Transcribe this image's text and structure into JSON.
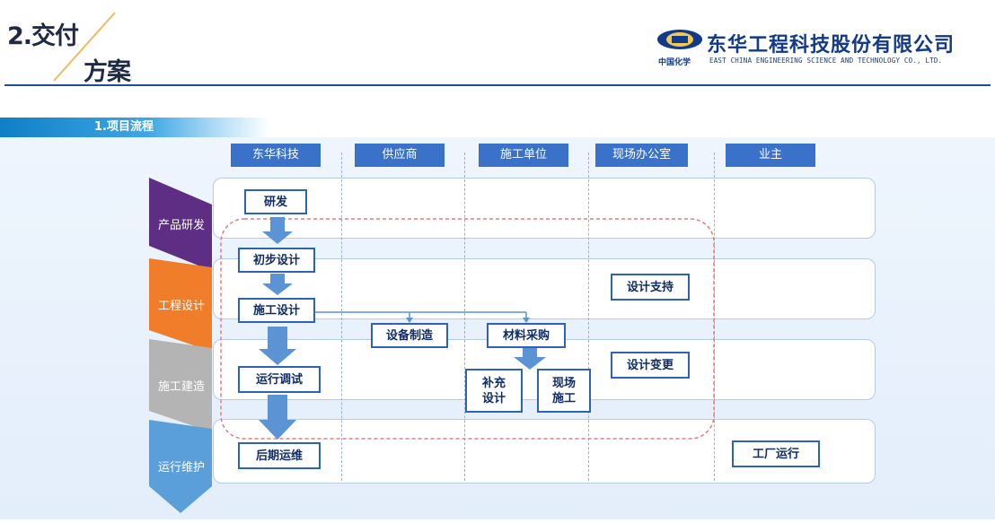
{
  "header": {
    "title_line1": "2.交付",
    "title_line2": "方案",
    "company_cn": "东华工程科技股份有限公司",
    "company_en": "EAST CHINA ENGINEERING SCIENCE AND TECHNOLOGY CO., LTD.",
    "brand_cn": "中国化学"
  },
  "section": {
    "title": "1.项目流程"
  },
  "roles": [
    "东华科技",
    "供应商",
    "施工单位",
    "现场办公室",
    "业主"
  ],
  "stages": [
    {
      "label": "产品研发",
      "color": "#5e2d84"
    },
    {
      "label": "工程设计",
      "color": "#ef7d2a"
    },
    {
      "label": "施工建造",
      "color": "#b4b4b4"
    },
    {
      "label": "运行维护",
      "color": "#5a9fd9"
    }
  ],
  "boxes": {
    "research": "研发",
    "prelim_design": "初步设计",
    "construction_design": "施工设计",
    "commissioning": "运行调试",
    "maintenance": "后期运维",
    "equipment": "设备制造",
    "procurement": "材料采购",
    "supplement_line1": "补充",
    "supplement_line2": "设计",
    "site_line1": "现场",
    "site_line2": "施工",
    "design_support": "设计支持",
    "design_change": "设计变更",
    "plant_operation": "工厂运行"
  },
  "colors": {
    "role_header": "#3b72c9",
    "box_border": "#2c63b6",
    "arrow": "#5b93d4",
    "dashed_region": "#e77a7a"
  }
}
